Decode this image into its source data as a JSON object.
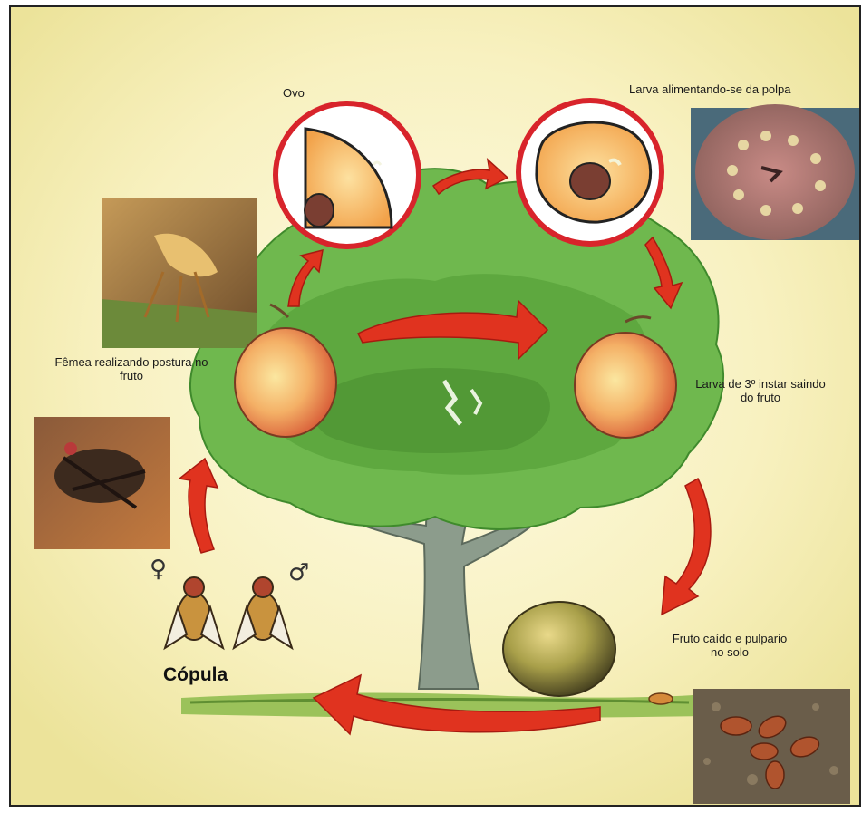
{
  "labels": {
    "ovo": "Ovo",
    "larva_polpa": "Larva alimentando-se da polpa",
    "femea": "Fêmea realizando postura no fruto",
    "larva_3": "Larva de 3º instar saindo do fruto",
    "fruto_caido": "Fruto caído e pulpario no solo",
    "copula": "Cópula"
  },
  "symbols": {
    "female": "♀",
    "male": "♂"
  },
  "colors": {
    "background_center": "#fbf6c8",
    "background_edge": "#ece49a",
    "arrow_red": "#d9281c",
    "circle_red": "#d8242b",
    "foliage_green": "#66b046",
    "trunk": "#8a9a88",
    "fruit_orange": "#f5b264"
  }
}
